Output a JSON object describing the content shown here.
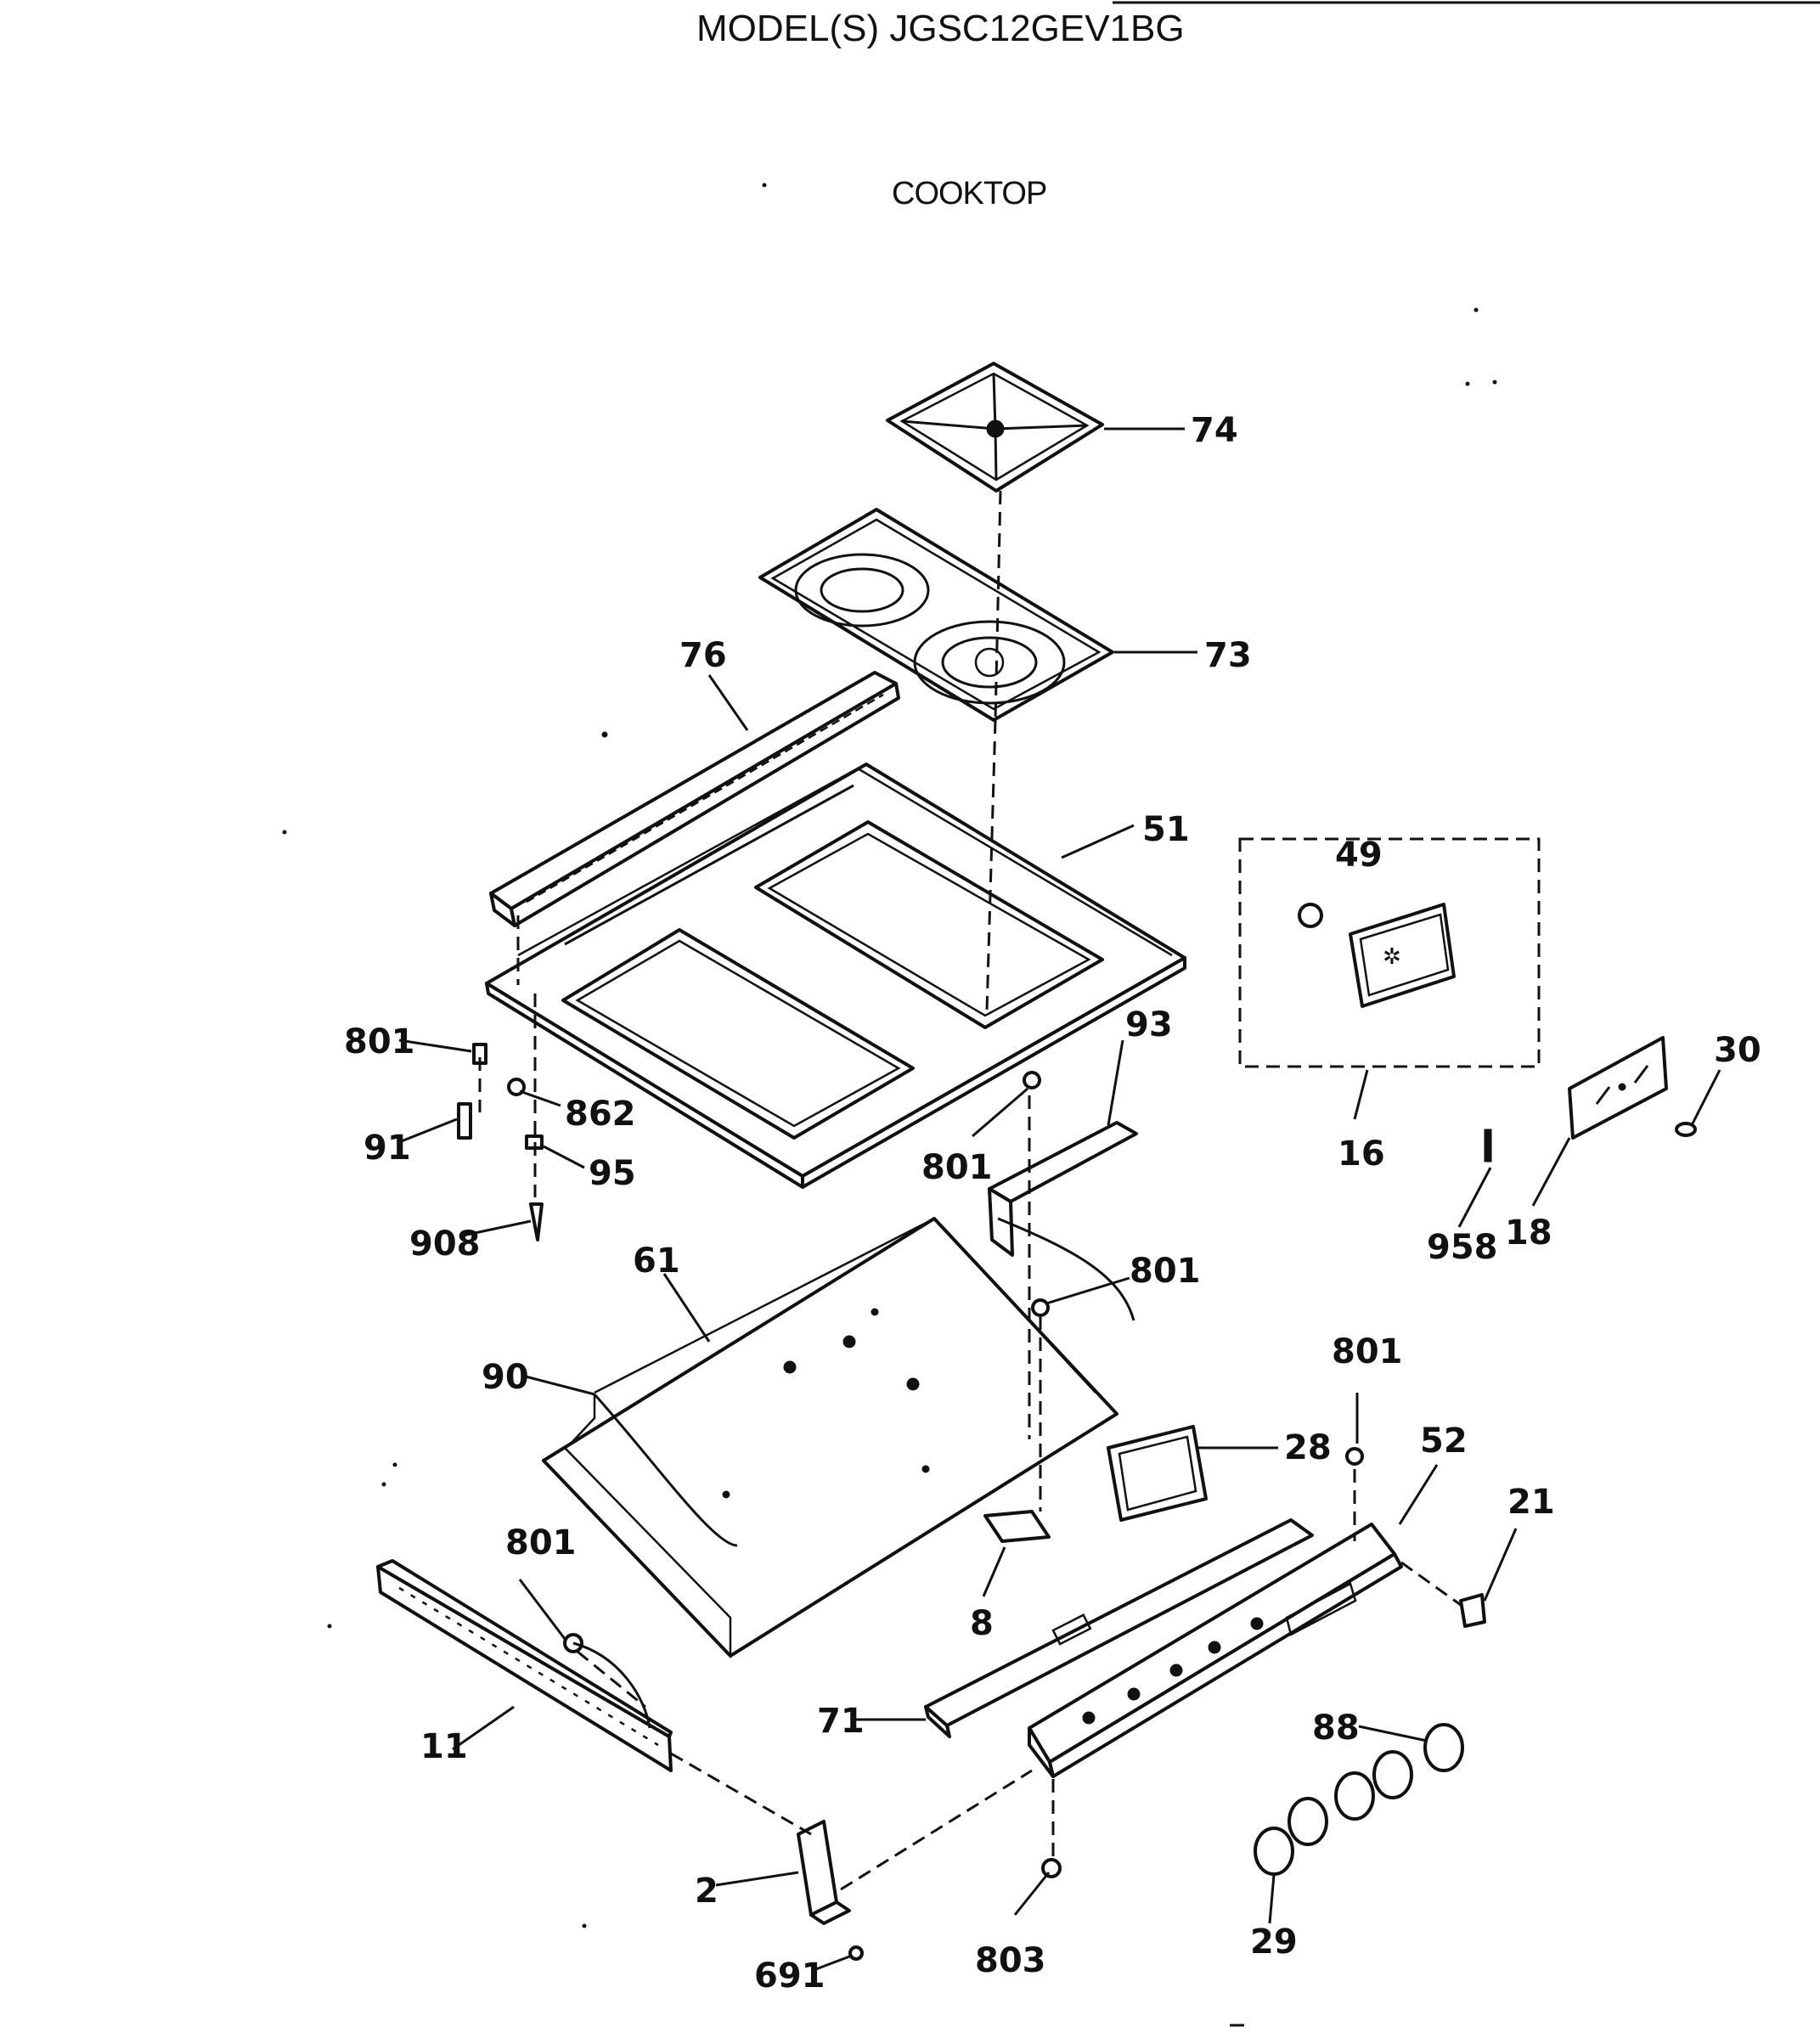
{
  "header": {
    "model": "MODEL(S) JGSC12GEV1BG",
    "section": "COOKTOP"
  },
  "labels": {
    "l74": "74",
    "l73": "73",
    "l76": "76",
    "l51": "51",
    "l49": "49",
    "l801a": "801",
    "l862": "862",
    "l91": "91",
    "l95": "95",
    "l908": "908",
    "l93": "93",
    "l801b": "801",
    "l16": "16",
    "l30": "30",
    "l958": "958",
    "l18": "18",
    "l61": "61",
    "l801c": "801",
    "l90": "90",
    "l801d": "801",
    "l52": "52",
    "l28": "28",
    "l21": "21",
    "l801e": "801",
    "l8": "8",
    "l11": "11",
    "l71": "71",
    "l88": "88",
    "l2": "2",
    "l803": "803",
    "l29": "29",
    "l691": "691"
  }
}
